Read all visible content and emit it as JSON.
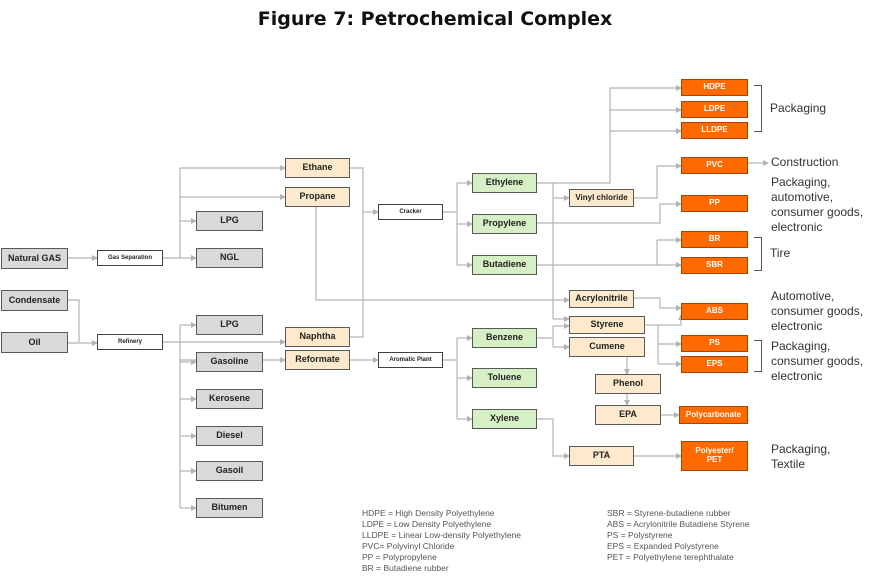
{
  "title": "Figure 7: Petrochemical Complex",
  "nodes": {
    "natural_gas": "Natural GAS",
    "condensate": "Condensate",
    "oil": "Oil",
    "gas_separation": "Gas Separation",
    "refinery": "Refinery",
    "lpg_1": "LPG",
    "ngl": "NGL",
    "lpg_2": "LPG",
    "gasoline": "Gasoline",
    "kerosene": "Kerosene",
    "diesel": "Diesel",
    "gasoil": "Gasoil",
    "bitumen": "Bitumen",
    "ethane": "Ethane",
    "propane": "Propane",
    "naphtha": "Naphtha",
    "reformate": "Reformate",
    "cracker": "Cracker",
    "aromatic_plant": "Aromatic Plant",
    "ethylene": "Ethylene",
    "propylene": "Propylene",
    "butadiene": "Butadiene",
    "benzene": "Benzene",
    "toluene": "Toluene",
    "xylene": "Xylene",
    "vinyl_chloride": "Vinyl chloride",
    "acrylonitrile": "Acrylonitrile",
    "styrene": "Styrene",
    "cumene": "Cumene",
    "phenol": "Phenol",
    "epa": "EPA",
    "pta": "PTA",
    "hdpe": "HDPE",
    "ldpe": "LDPE",
    "lldpe": "LLDPE",
    "pvc": "PVC",
    "pp": "PP",
    "br": "BR",
    "sbr": "SBR",
    "abs": "ABS",
    "ps": "PS",
    "eps": "EPS",
    "polycarbonate": "Polycarbonate",
    "polyester_pet": "Polyester/ PET"
  },
  "uses": {
    "packaging_1": "Packaging",
    "construction": "Construction",
    "packaging_automotive": "Packaging,\nautomotive,\nconsumer goods,\nelectronic",
    "tire": "Tire",
    "automotive": "Automotive,\nconsumer goods,\nelectronic",
    "packaging_consumer": "Packaging,\nconsumer goods,\nelectronic",
    "packaging_textile": "Packaging,\nTextile"
  },
  "legend": {
    "left": [
      "HDPE = High Density Polyethylene",
      "LDPE = Low Density Polyethylene",
      "LLDPE = Linear Low-density Polyethylene",
      "PVC= Polyvinyl Chloride",
      "PP = Polypropylene",
      "BR = Butadiene rubber"
    ],
    "right": [
      "SBR = Styrene-butadiene rubber",
      "ABS = Acrylonitrile Butadiene Styrene",
      "PS = Polystyrene",
      "EPS = Expanded Polystyrene",
      "PET = Polyethylene terephthalate"
    ]
  },
  "colors": {
    "raw": "#d9d9d9",
    "process": "#ffffff",
    "intermediate": "#fde9cb",
    "petrochemical": "#d6efc4",
    "polymer": "#ff6a00",
    "line": "#b3b3b3"
  }
}
